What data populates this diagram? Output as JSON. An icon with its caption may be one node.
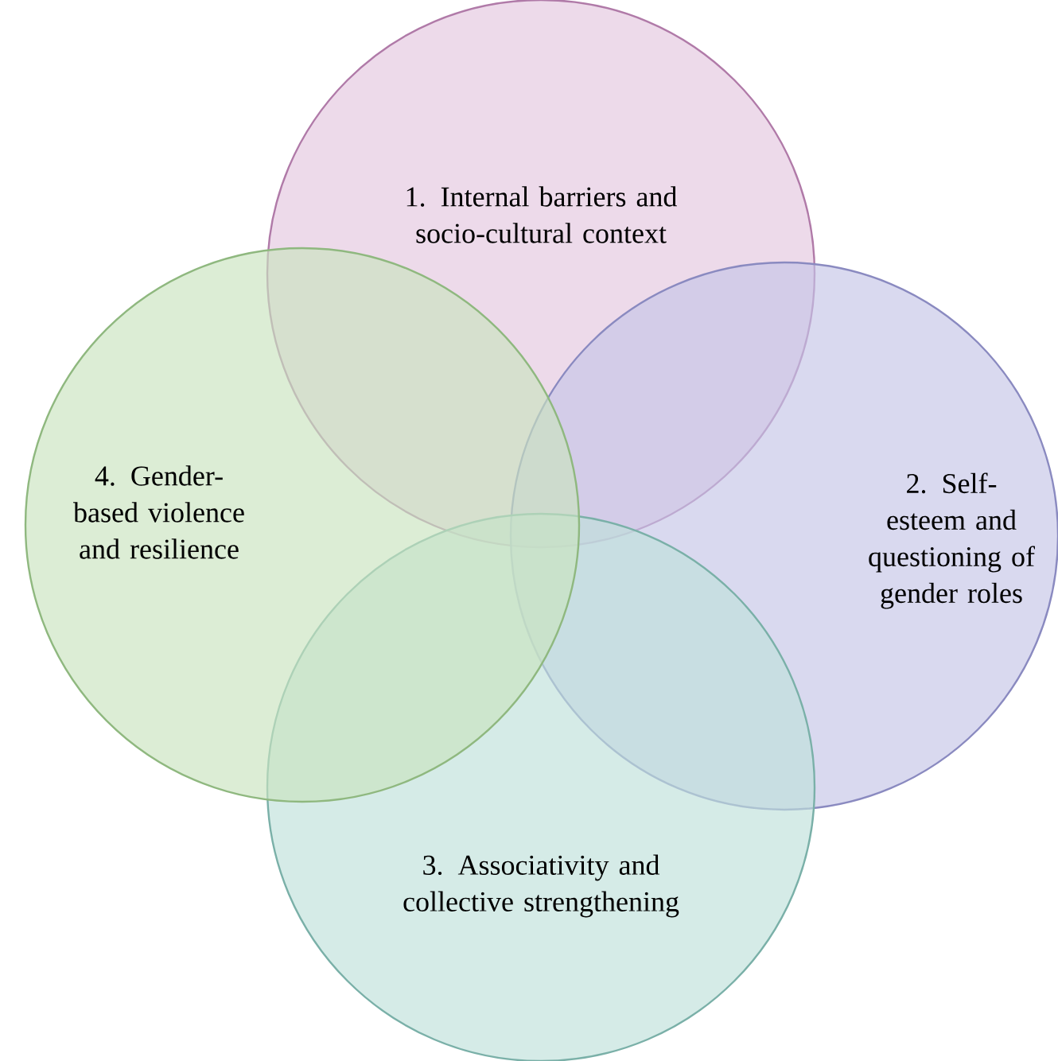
{
  "diagram": {
    "nodes": [
      {
        "text": [
          "1. Internal barriers and socio-cultural context"
        ]
      },
      {
        "text": [
          "2. Self-esteem and questioning of gender roles"
        ]
      },
      {
        "text": [
          "3. Associativity and collective strengthening"
        ]
      },
      {
        "text": [
          "4. Gender-based violence and resilience"
        ]
      }
    ]
  }
}
